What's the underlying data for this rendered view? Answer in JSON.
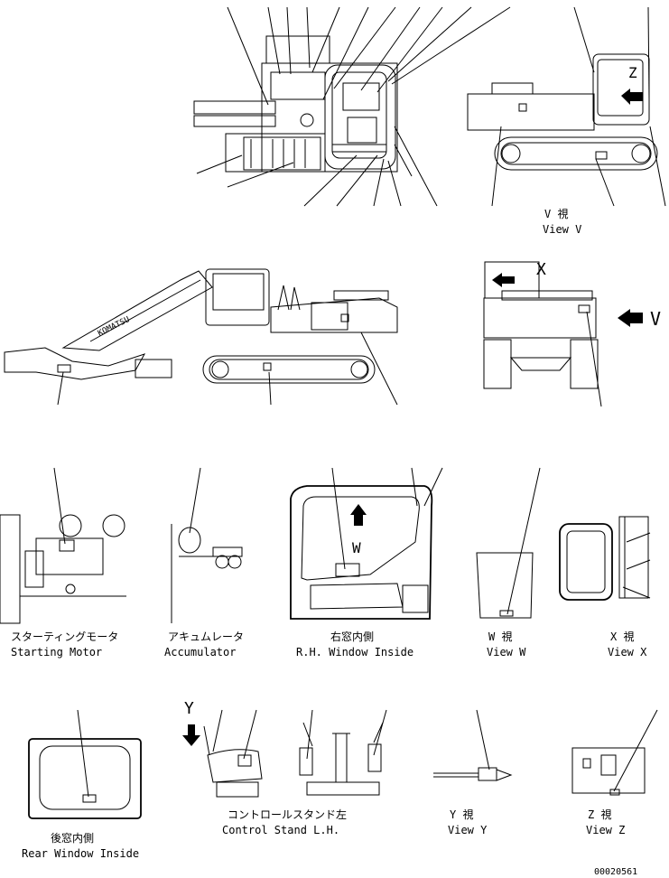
{
  "captions": {
    "view_v": {
      "ja": "V 視",
      "en": "View V"
    },
    "starting_motor": {
      "ja": "スターティングモータ",
      "en": "Starting Motor"
    },
    "accumulator": {
      "ja": "アキュムレータ",
      "en": "Accumulator"
    },
    "rh_window": {
      "ja": "右窓内側",
      "en": "R.H. Window Inside"
    },
    "view_w": {
      "ja": "W 視",
      "en": "View W"
    },
    "view_x": {
      "ja": "X 視",
      "en": "View X"
    },
    "rear_window": {
      "ja": "後窓内側",
      "en": "Rear Window Inside"
    },
    "control_stand": {
      "ja": "コントロールスタンド左",
      "en": "Control Stand L.H."
    },
    "view_y": {
      "ja": "Y 視",
      "en": "View Y"
    },
    "view_z": {
      "ja": "Z 視",
      "en": "View Z"
    }
  },
  "view_markers": {
    "v": "V",
    "w": "W",
    "x": "X",
    "y": "Y",
    "z": "Z"
  },
  "boom_brand": "KOMATSU",
  "drawing_number": "00020561"
}
